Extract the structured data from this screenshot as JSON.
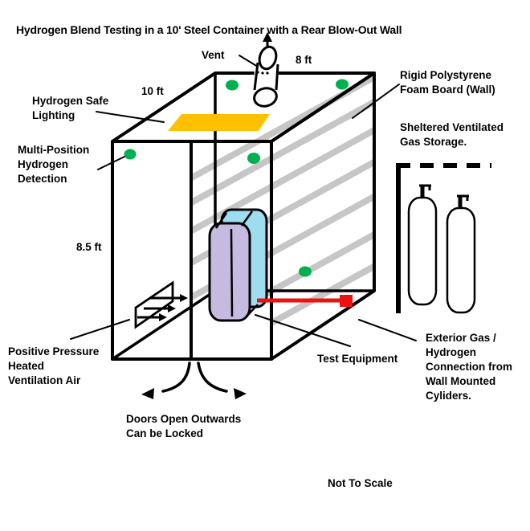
{
  "title": "Hydrogen Blend Testing in a 10' Steel Container with a Rear Blow-Out Wall",
  "labels": {
    "vent": "Vent",
    "dim_width": "8 ft",
    "dim_depth": "10 ft",
    "dim_height": "8.5 ft",
    "lighting": "Hydrogen Safe\nLighting",
    "detection": "Multi-Position\nHydrogen\nDetection",
    "foam_board": "Rigid Polystyrene\nFoam Board (Wall)",
    "gas_storage": "Sheltered Ventilated\nGas Storage.",
    "ventilation": "Positive Pressure\nHeated\nVentilation Air",
    "test_equipment": "Test Equipment",
    "exterior_gas": "Exterior Gas /\nHydrogen\nConnection from\nWall Mounted\nCyliders.",
    "doors": "Doors Open Outwards\nCan be Locked",
    "not_to_scale": "Not To Scale"
  },
  "colors": {
    "line_black": "#000000",
    "wall_stripe_gray": "#c6c6c6",
    "detector_green": "#00b050",
    "lighting_yellow": "#ffc000",
    "equipment_side_cyan": "#9edcef",
    "equipment_front_purple": "#c5bbe0",
    "gas_line_red": "#ee1111"
  }
}
